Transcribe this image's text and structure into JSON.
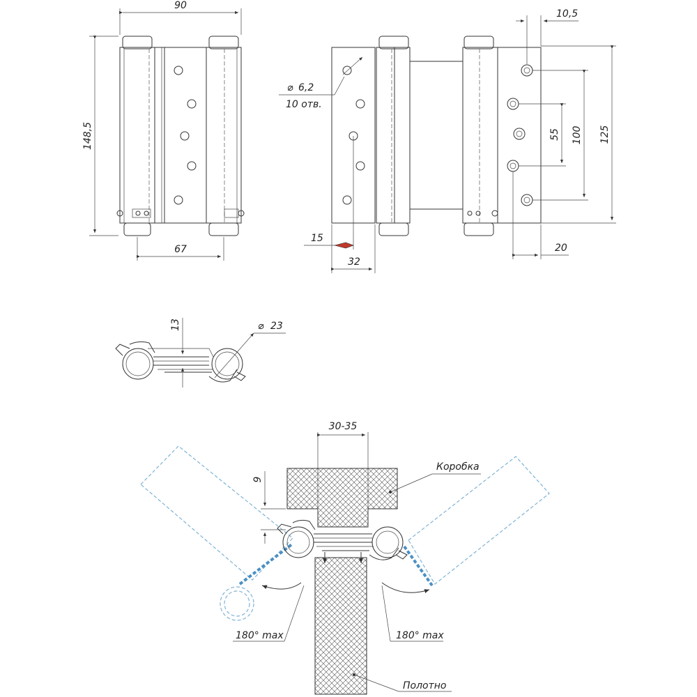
{
  "dimensions": {
    "total_width": "90",
    "height": "148,5",
    "leaf_width": "67",
    "flange_offset": "10,5",
    "hole_diameter": "6,2",
    "hole_count": "10 отв.",
    "hole_spacing_55": "55",
    "hole_spacing_100": "100",
    "hole_spacing_125": "125",
    "edge_15": "15",
    "width_32": "32",
    "width_20": "20",
    "thickness": "13",
    "barrel_diameter": "23",
    "door_thickness": "30-35",
    "gap": "9",
    "angle_left": "180° max",
    "angle_right": "180° max"
  },
  "callouts": {
    "frame": "Коробка",
    "door_leaf": "Полотно"
  },
  "colors": {
    "line": "#333333",
    "open_position": "#7fb3d5"
  }
}
